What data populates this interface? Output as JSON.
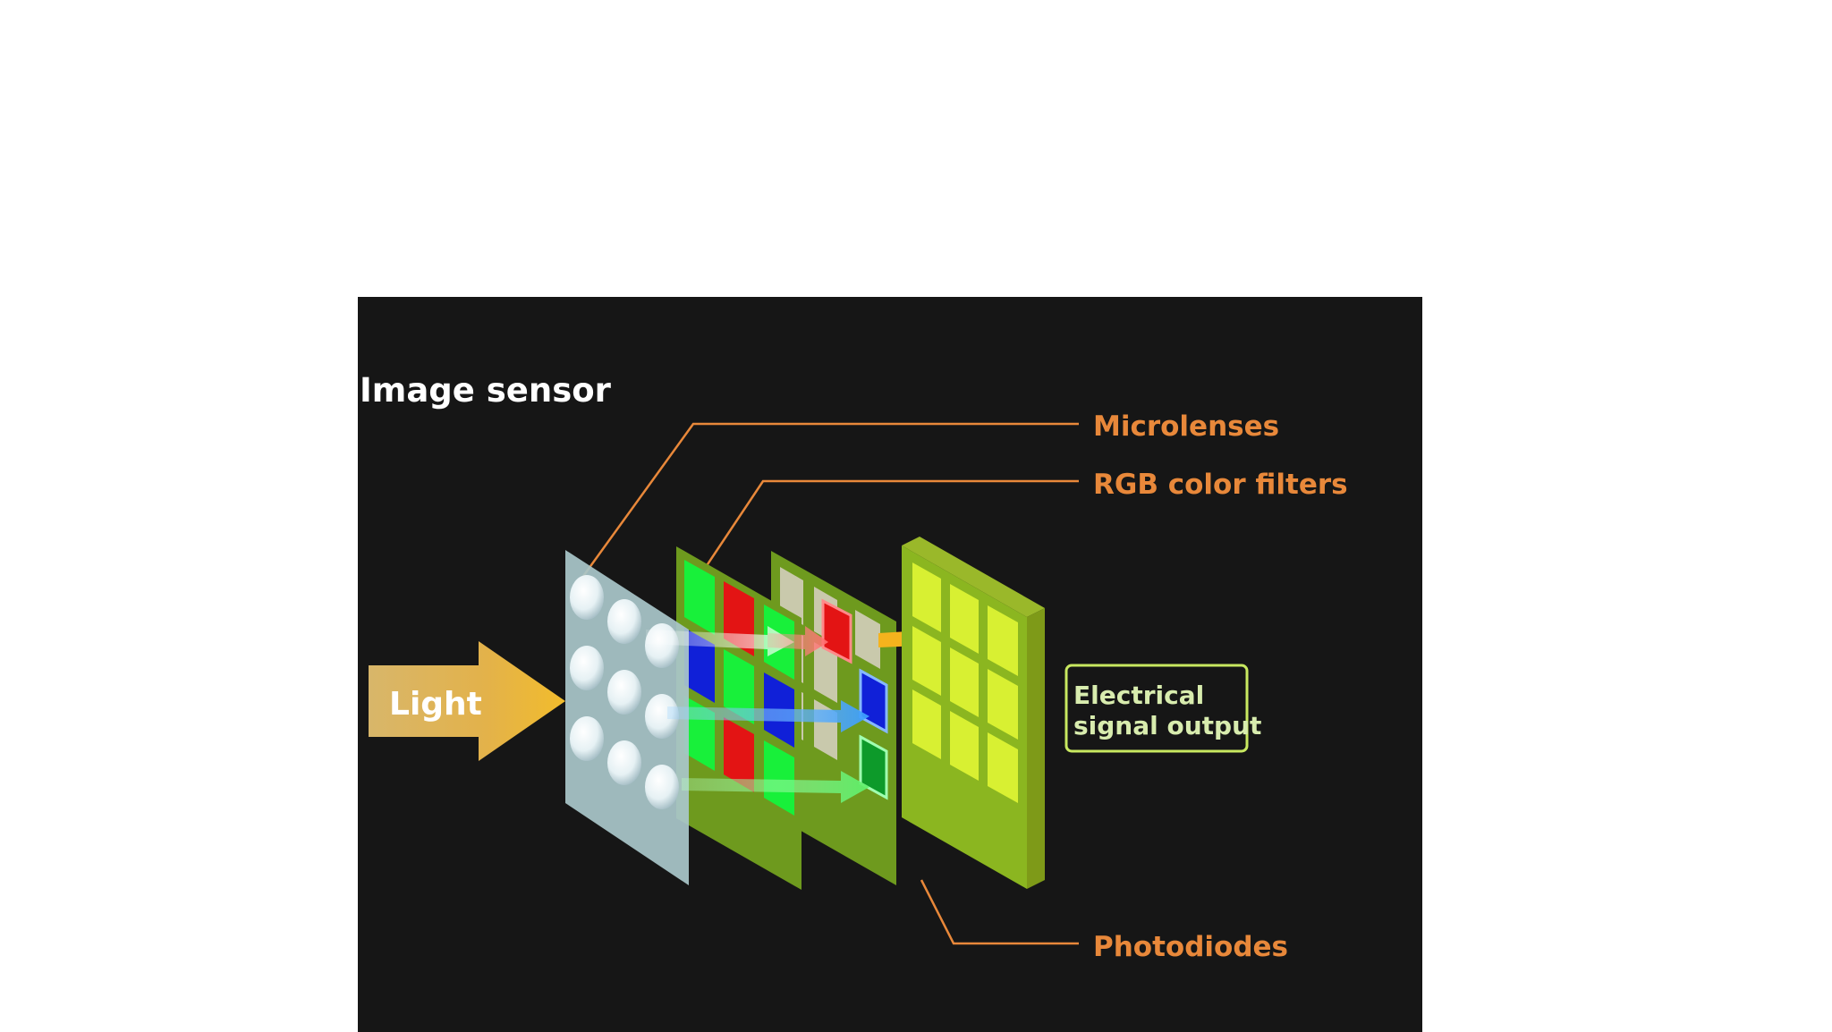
{
  "diagram": {
    "title": "Image sensor",
    "labels": {
      "light": "Light",
      "microlenses": "Microlenses",
      "rgb_filters": "RGB color filters",
      "photodiodes": "Photodiodes",
      "output_line1": "Electrical",
      "output_line2": "signal output"
    },
    "colors": {
      "background": "#161616",
      "callout": "#e8883a",
      "title": "#ffffff",
      "filter_green": "#18f03a",
      "filter_red": "#e31414",
      "filter_blue": "#1020d8",
      "frame": "#6e9a1e",
      "output_cell": "#d8f032",
      "arrow": "#f5b31d",
      "output_box": "#c8e860"
    }
  }
}
